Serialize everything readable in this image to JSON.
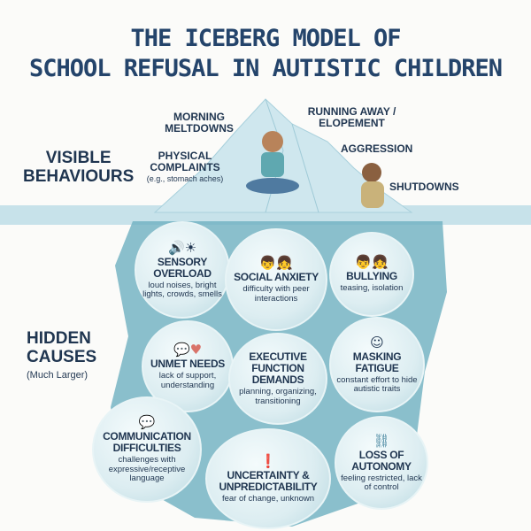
{
  "title": {
    "line1": "THE ICEBERG MODEL OF",
    "line2": "SCHOOL REFUSAL IN AUTISTIC CHILDREN"
  },
  "visible": {
    "heading_line1": "VISIBLE",
    "heading_line2": "BEHAVIOURS",
    "items": [
      {
        "label": "MORNING MELTDOWNS"
      },
      {
        "label": "PHYSICAL COMPLAINTS",
        "note": "(e.g., stomach aches)"
      },
      {
        "label": "RUNNING AWAY / ELOPEMENT"
      },
      {
        "label": "AGGRESSION"
      },
      {
        "label": "SHUTDOWNS"
      }
    ]
  },
  "hidden": {
    "heading_line1": "HIDDEN",
    "heading_line2": "CAUSES",
    "note": "(Much Larger)",
    "causes": [
      {
        "title": "SENSORY OVERLOAD",
        "desc": "loud noises, bright lights, crowds, smells",
        "icon": "speaker-sun-icon"
      },
      {
        "title": "SOCIAL ANXIETY",
        "desc": "difficulty with peer interactions",
        "icon": "children-icon"
      },
      {
        "title": "BULLYING",
        "desc": "teasing, isolation",
        "icon": "children-icon"
      },
      {
        "title": "UNMET NEEDS",
        "desc": "lack of support, understanding",
        "icon": "speech-heart-icon"
      },
      {
        "title": "EXECUTIVE FUNCTION DEMANDS",
        "desc": "planning, organizing, transitioning",
        "icon": ""
      },
      {
        "title": "MASKING FATIGUE",
        "desc": "constant effort to hide autistic traits",
        "icon": "mask-face-icon"
      },
      {
        "title": "COMMUNICATION DIFFICULTIES",
        "desc": "challenges with expressive/receptive language",
        "icon": "speech-bubbles-icon"
      },
      {
        "title": "UNCERTAINTY & UNPREDICTABILITY",
        "desc": "fear of change, unknown",
        "icon": "exclamation-icon"
      },
      {
        "title": "LOSS OF AUTONOMY",
        "desc": "feeling restricted, lack of control",
        "icon": "chain-icon"
      }
    ]
  },
  "colors": {
    "ink": "#1f3550",
    "water": "#8fc3cf",
    "ice": "#5fa3b4"
  }
}
